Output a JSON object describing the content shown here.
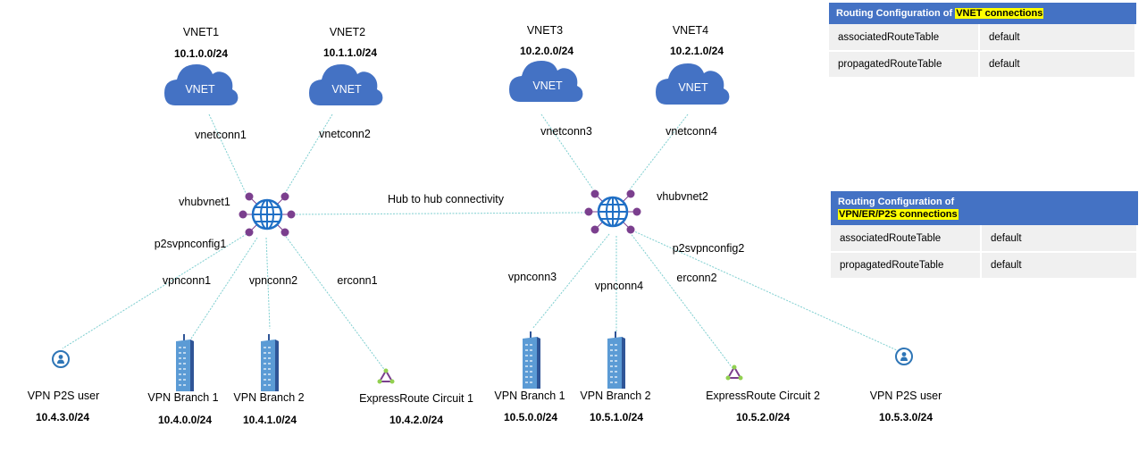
{
  "vnets": [
    {
      "name": "VNET1",
      "cidr": "10.1.0.0/24",
      "conn": "vnetconn1",
      "cloud_label": "VNET"
    },
    {
      "name": "VNET2",
      "cidr": "10.1.1.0/24",
      "conn": "vnetconn2",
      "cloud_label": "VNET"
    },
    {
      "name": "VNET3",
      "cidr": "10.2.0.0/24",
      "conn": "vnetconn3",
      "cloud_label": "VNET"
    },
    {
      "name": "VNET4",
      "cidr": "10.2.1.0/24",
      "conn": "vnetconn4",
      "cloud_label": "VNET"
    }
  ],
  "hubs": [
    {
      "name": "vhubvnet1",
      "p2s_config": "p2svpnconfig1"
    },
    {
      "name": "vhubvnet2",
      "p2s_config": "p2svpnconfig2"
    }
  ],
  "hub_link_label": "Hub to hub connectivity",
  "conn_labels": {
    "h1_vpn1": "vpnconn1",
    "h1_vpn2": "vpnconn2",
    "h1_er": "erconn1",
    "h2_vpn3": "vpnconn3",
    "h2_vpn4": "vpnconn4",
    "h2_er": "erconn2"
  },
  "sites": [
    {
      "name": "VPN P2S user",
      "cidr": "10.4.3.0/24",
      "icon": "user-icon"
    },
    {
      "name": "VPN Branch 1",
      "cidr": "10.4.0.0/24",
      "icon": "building-icon"
    },
    {
      "name": "VPN Branch 2",
      "cidr": "10.4.1.0/24",
      "icon": "building-icon"
    },
    {
      "name": "ExpressRoute Circuit 1",
      "cidr": "10.4.2.0/24",
      "icon": "expressroute-icon"
    },
    {
      "name": "VPN Branch 1",
      "cidr": "10.5.0.0/24",
      "icon": "building-icon"
    },
    {
      "name": "VPN Branch 2",
      "cidr": "10.5.1.0/24",
      "icon": "building-icon"
    },
    {
      "name": "ExpressRoute Circuit 2",
      "cidr": "10.5.2.0/24",
      "icon": "expressroute-icon"
    },
    {
      "name": "VPN P2S user",
      "cidr": "10.5.3.0/24",
      "icon": "user-icon"
    }
  ],
  "routing_vnet": {
    "title_prefix": "Routing Configuration  of ",
    "title_highlight": "VNET connections",
    "rows": [
      {
        "key": "associatedRouteTable",
        "value": "default"
      },
      {
        "key": "propagatedRouteTable",
        "value": "default"
      }
    ]
  },
  "routing_vpn": {
    "title_line1": "Routing Configuration  of",
    "title_highlight": "VPN/ER/P2S connections",
    "rows": [
      {
        "key": "associatedRouteTable",
        "value": "default"
      },
      {
        "key": "propagatedRouteTable",
        "value": "default"
      }
    ]
  },
  "colors": {
    "cloud": "#4472c4",
    "hub_globe": "#1f6fc5",
    "hub_dot": "#7b3f8e",
    "link": "#7fcfd0",
    "header": "#4472c4",
    "highlight": "#ffff00",
    "cell": "#f0f0f0",
    "building": "#5b9bd5",
    "er_triangle": "#7b3f8e",
    "er_node": "#92d050"
  }
}
